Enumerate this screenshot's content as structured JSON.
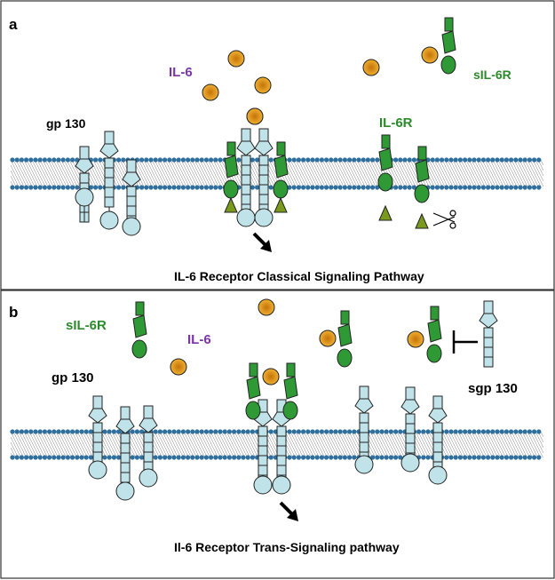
{
  "panel_a": {
    "letter": "a",
    "il6_label": "IL-6",
    "sil6r_label": "sIL-6R",
    "gp130_label": "gp 130",
    "il6r_label": "IL-6R",
    "caption": "IL-6 Receptor Classical Signaling Pathway"
  },
  "panel_b": {
    "letter": "b",
    "sil6r_label": "sIL-6R",
    "il6_label": "IL-6",
    "gp130_label": "gp 130",
    "sgp130_label": "sgp 130",
    "caption": "Il-6 Receptor Trans-Signaling pathway"
  },
  "colors": {
    "il6": "#e8a31c",
    "il6_label": "#7b35a8",
    "il6r": "#2f9a35",
    "il6r_label": "#2b8a2b",
    "gp130": "#bfe3e8",
    "membrane_head": "#2e6f9e",
    "triangle": "#7a9a1e"
  }
}
